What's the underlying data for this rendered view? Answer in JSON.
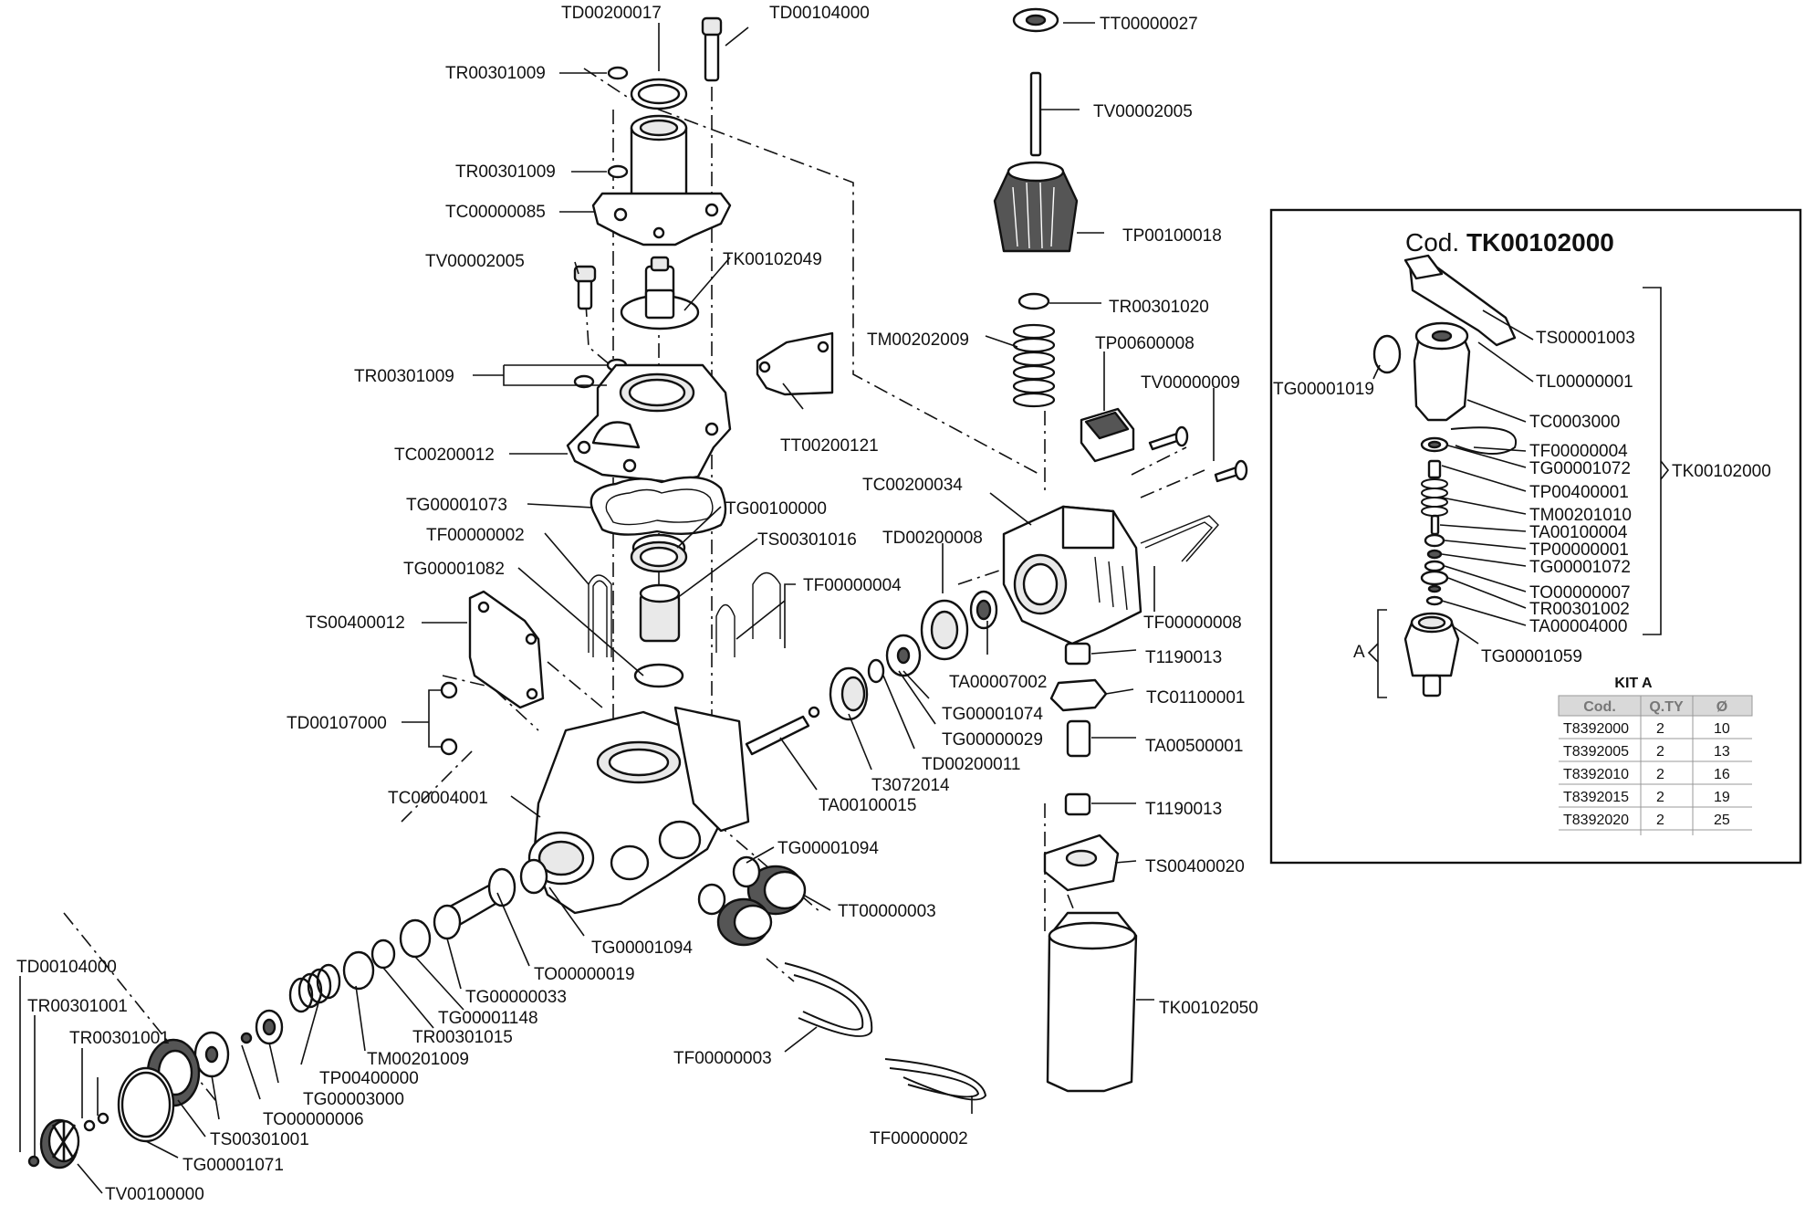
{
  "labels": [
    "TD00200017",
    "TD00104000",
    "TR00301009",
    "TR00301009",
    "TC00000085",
    "TV00002005",
    "TK00102049",
    "TR00301009",
    "TC00200012",
    "TT00200121",
    "TG00001073",
    "TG00100000",
    "TF00000002",
    "TS00301016",
    "TG00001082",
    "TF00000004",
    "TS00400012",
    "TD00107000",
    "TC00004001",
    "TG00001094",
    "TT00000003",
    "TG00001094",
    "TO00000019",
    "TG00000033",
    "TG00001148",
    "TR00301015",
    "TM00201009",
    "TP00400000",
    "TG00003000",
    "TO00000006",
    "TS00301001",
    "TG00001071",
    "TV00100000",
    "TD00104000",
    "TR00301001",
    "TR00301001",
    "TF00000003",
    "TF00000002",
    "TT00000027",
    "TV00002005",
    "TP00100018",
    "TR00301020",
    "TM00202009",
    "TP00600008",
    "TV00000009",
    "TC00200034",
    "TD00200008",
    "TF00000008",
    "TA00007002",
    "TG00001074",
    "TG00000029",
    "TD00200011",
    "T3072014",
    "TA00100015",
    "T1190013",
    "TC01100001",
    "TA00500001",
    "T1190013",
    "TS00400020",
    "TK00102050"
  ],
  "kit": {
    "title_prefix": "Cod.",
    "title_code": "TK00102000",
    "labels": [
      "TS00001003",
      "TL00000001",
      "TG00001019",
      "TC0003000",
      "TF00000004",
      "TG00001072",
      "TK00102000",
      "TP00400001",
      "TM00201010",
      "TA00100004",
      "TP00000001",
      "TG00001072",
      "TO00000007",
      "TR00301002",
      "TA00004000",
      "A",
      "TG00001059"
    ],
    "table": {
      "title": "KIT A",
      "headers": [
        "Cod.",
        "Q.TY",
        "Ø"
      ],
      "rows": [
        [
          "T8392000",
          "2",
          "10"
        ],
        [
          "T8392005",
          "2",
          "13"
        ],
        [
          "T8392010",
          "2",
          "16"
        ],
        [
          "T8392015",
          "2",
          "19"
        ],
        [
          "T8392020",
          "2",
          "25"
        ]
      ]
    }
  }
}
